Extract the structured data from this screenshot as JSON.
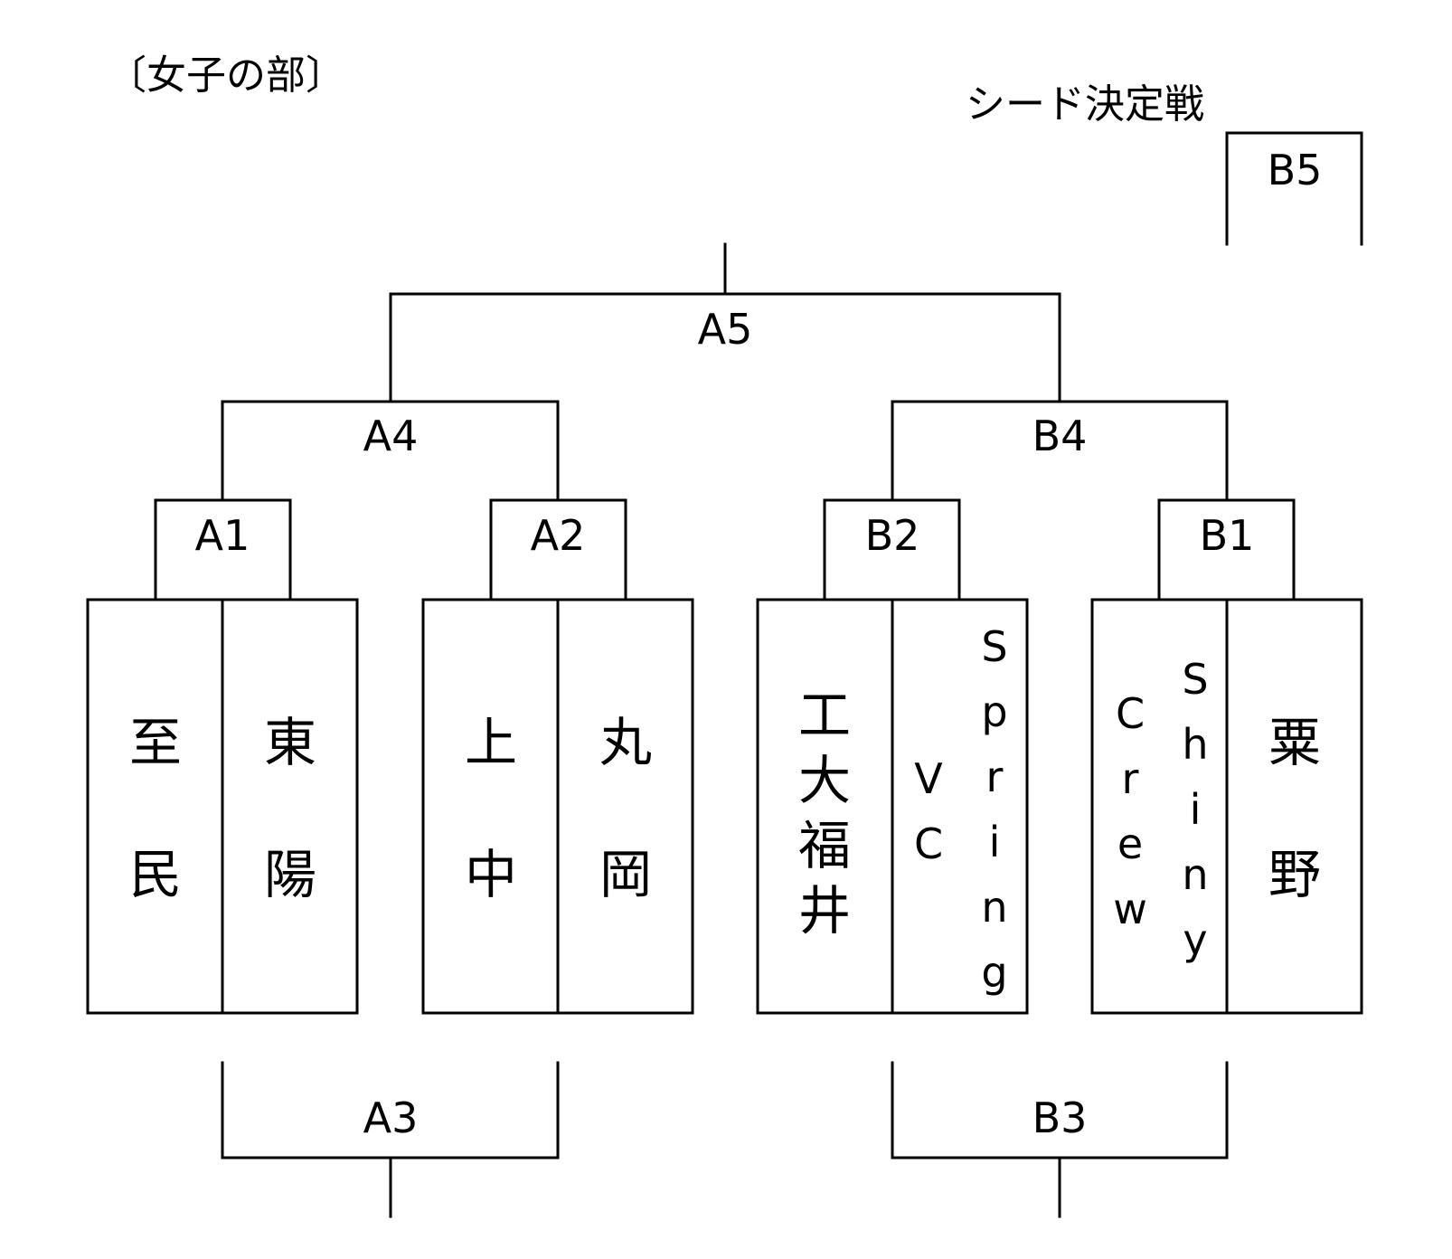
{
  "section_title": "〔女子の部〕",
  "seed_match_title": "シード決定戦",
  "match_labels": {
    "A1": "A1",
    "A2": "A2",
    "A3": "A3",
    "A4": "A4",
    "A5": "A5",
    "B1": "B1",
    "B2": "B2",
    "B3": "B3",
    "B4": "B4",
    "B5": "B5"
  },
  "teams": [
    {
      "name": "至民",
      "chars": [
        "至",
        "民"
      ]
    },
    {
      "name": "東陽",
      "chars": [
        "東",
        "陽"
      ]
    },
    {
      "name": "上中",
      "chars": [
        "上",
        "中"
      ]
    },
    {
      "name": "丸岡",
      "chars": [
        "丸",
        "岡"
      ]
    },
    {
      "name": "工大福井",
      "chars": [
        "工",
        "大",
        "福",
        "井"
      ]
    },
    {
      "name": "VC Spring",
      "chars_left": [
        "V",
        "C"
      ],
      "chars_right": [
        "S",
        "p",
        "r",
        "i",
        "n",
        "g"
      ]
    },
    {
      "name": "Crew Shiny",
      "chars_left": [
        "C",
        "r",
        "e",
        "w"
      ],
      "chars_right": [
        "S",
        "h",
        "i",
        "n",
        "y"
      ]
    },
    {
      "name": "粟野",
      "chars": [
        "粟",
        "野"
      ]
    }
  ]
}
